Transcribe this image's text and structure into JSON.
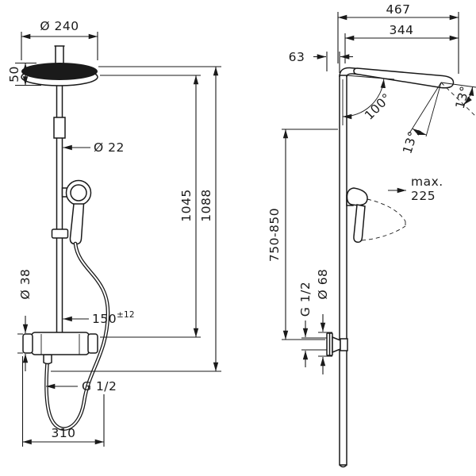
{
  "front_view": {
    "head_diameter": "Ø 240",
    "head_height": "50",
    "pipe_diameter": "Ø 22",
    "height_mid": "1045",
    "height_total": "1088",
    "valve_diameter": "Ø 38",
    "supply_distance": "150",
    "supply_tolerance": "±12",
    "hose_thread": "G 1/2",
    "bottom_width": "310"
  },
  "side_view": {
    "projection_total": "467",
    "head_length": "344",
    "wall_offset": "63",
    "arm_angle": "100°",
    "tilt_front": "13°",
    "tilt_back": "13°",
    "max_label": "max.",
    "max_value": "225",
    "height_range": "750-850",
    "wall_thread": "G 1/2",
    "escutcheon_diameter": "Ø 68"
  }
}
